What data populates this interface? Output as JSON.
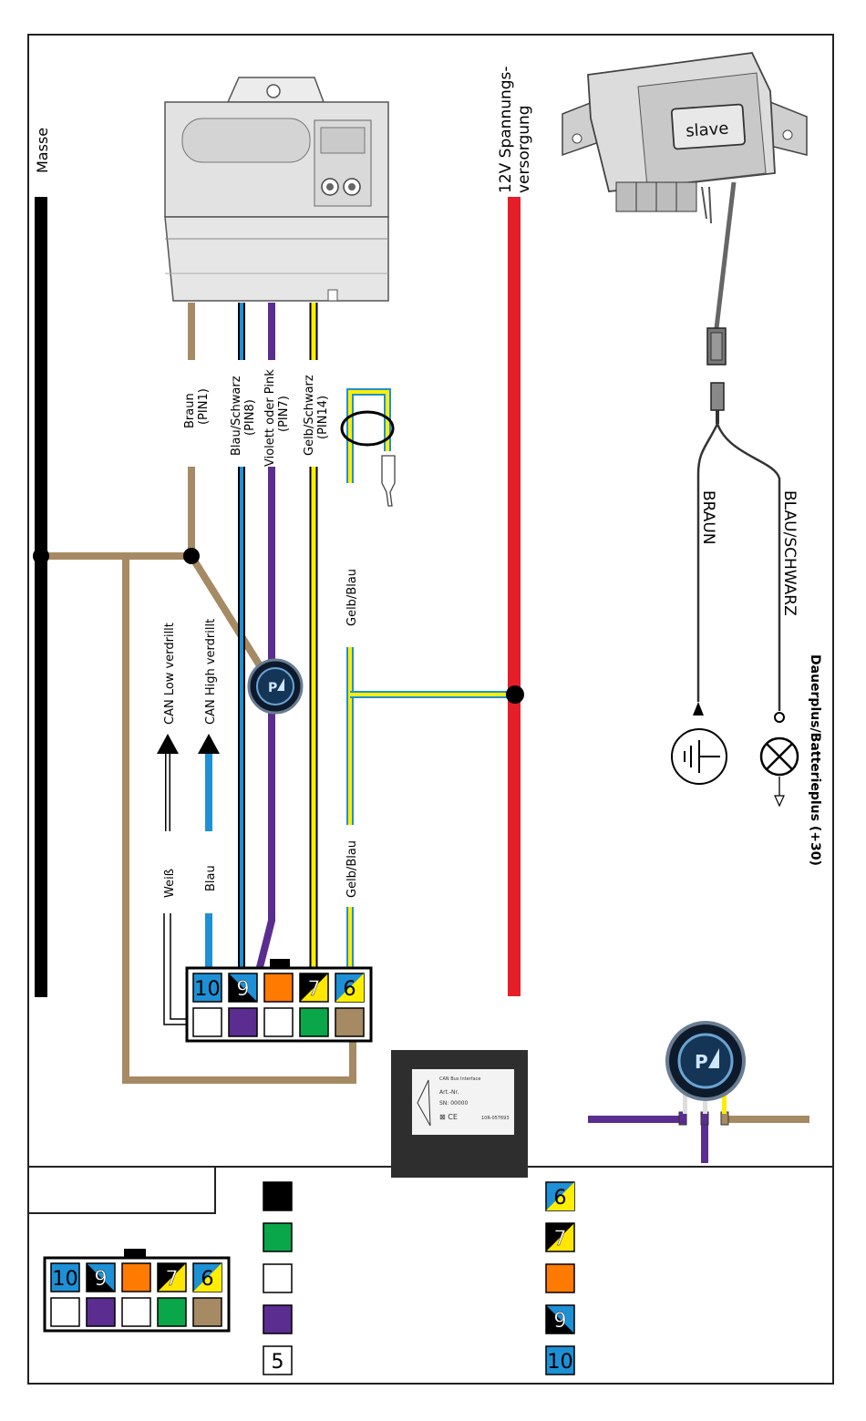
{
  "labels": {
    "masse": "Masse",
    "supply": "12V Spannungs-\nversorgung",
    "slave": "slave",
    "braun": "Braun\n(PIN1)",
    "blau_schwarz": "Blau/Schwarz\n(PIN8)",
    "violett": "Violett oder Pink\n(PIN7)",
    "gelb_schwarz": "Gelb/Schwarz\n(PIN14)",
    "gelb_blau_1": "Gelb/Blau",
    "gelb_blau_2": "Gelb/Blau",
    "can_low": "CAN Low verdrillt",
    "can_high": "CAN High verdrillt",
    "weiss": "Weiß",
    "blau": "Blau",
    "braun_caps": "BRAUN",
    "blau_schwarz_caps": "BLAU/SCHWARZ",
    "dauerplus": "Dauerplus/Batterieplus (+30)",
    "interface_title": "CAN Bus Interface",
    "interface_art": "Art.-Nr.",
    "interface_sn": "SN: 00000",
    "interface_code": "10R-057693"
  },
  "connector": {
    "top": [
      {
        "num": "10",
        "color": "#1e90d6",
        "style": "solid"
      },
      {
        "num": "9",
        "color": "#1e90d6",
        "style": "split-black"
      },
      {
        "num": "",
        "color": "#ff7a00",
        "style": "solid"
      },
      {
        "num": "7",
        "color": "#ffe600",
        "style": "split-black"
      },
      {
        "num": "6",
        "color": "#1e90d6",
        "style": "split-yellow"
      }
    ],
    "bottom": [
      {
        "num": "",
        "color": "#ffffff"
      },
      {
        "num": "",
        "color": "#5b2d91"
      },
      {
        "num": "",
        "color": "#ffffff"
      },
      {
        "num": "",
        "color": "#0aa64a"
      },
      {
        "num": "",
        "color": "#a68a64"
      }
    ]
  },
  "legend": {
    "col1": [
      {
        "num": "",
        "color": "#000000",
        "style": "solid"
      },
      {
        "num": "",
        "color": "#0aa64a",
        "style": "solid"
      },
      {
        "num": "",
        "color": "#ffffff",
        "style": "solid"
      },
      {
        "num": "",
        "color": "#5b2d91",
        "style": "solid"
      },
      {
        "num": "5",
        "color": "#ffffff",
        "style": "solid"
      }
    ],
    "col2": [
      {
        "num": "6",
        "color": "#1e90d6",
        "style": "split-yellow"
      },
      {
        "num": "7",
        "color": "#ffe600",
        "style": "split-black"
      },
      {
        "num": "",
        "color": "#ff7a00",
        "style": "solid"
      },
      {
        "num": "9",
        "color": "#1e90d6",
        "style": "split-black"
      },
      {
        "num": "10",
        "color": "#1e90d6",
        "style": "solid"
      }
    ]
  },
  "colors": {
    "brown": "#a68a64",
    "red": "#e61e28",
    "purple": "#5b2d91",
    "yellow": "#ffee00",
    "blue": "#1e90d6",
    "black": "#000000"
  }
}
